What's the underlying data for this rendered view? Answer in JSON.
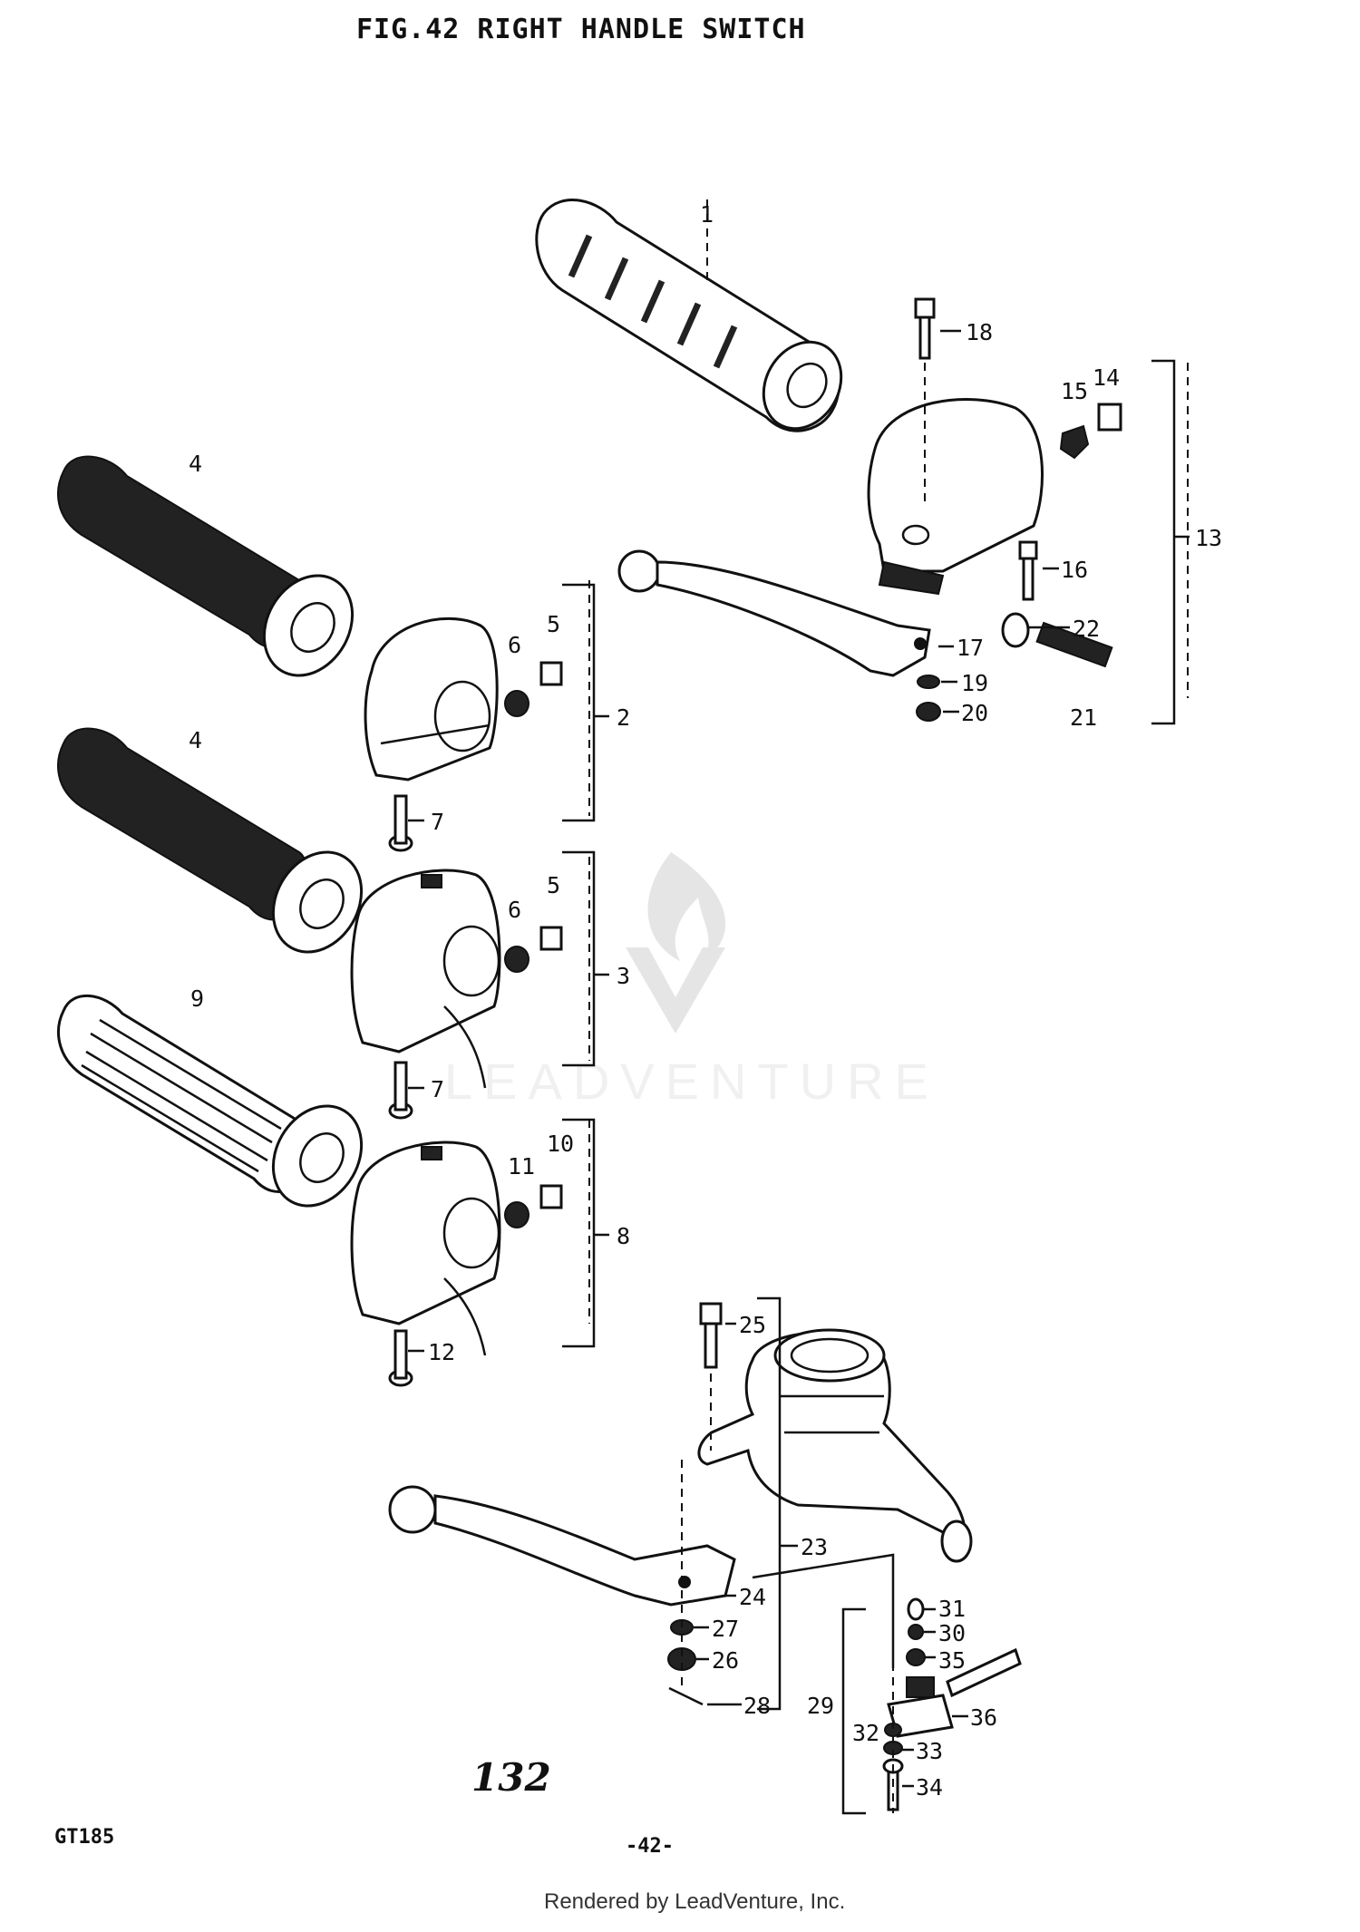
{
  "figure": {
    "title": "FIG.42  RIGHT HANDLE SWITCH",
    "page_number": "132",
    "model_code": "GT185",
    "sheet_number": "-42-",
    "footer_credit": "Rendered by LeadVenture, Inc.",
    "watermark_text": "LEADVENTURE"
  },
  "callouts": [
    {
      "id": "c1",
      "text": "1"
    },
    {
      "id": "c2",
      "text": "2"
    },
    {
      "id": "c3",
      "text": "3"
    },
    {
      "id": "c4a",
      "text": "4"
    },
    {
      "id": "c4b",
      "text": "4"
    },
    {
      "id": "c5a",
      "text": "5"
    },
    {
      "id": "c5b",
      "text": "5"
    },
    {
      "id": "c6a",
      "text": "6"
    },
    {
      "id": "c6b",
      "text": "6"
    },
    {
      "id": "c7a",
      "text": "7"
    },
    {
      "id": "c7b",
      "text": "7"
    },
    {
      "id": "c8",
      "text": "8"
    },
    {
      "id": "c9",
      "text": "9"
    },
    {
      "id": "c10",
      "text": "10"
    },
    {
      "id": "c11",
      "text": "11"
    },
    {
      "id": "c12",
      "text": "12"
    },
    {
      "id": "c13",
      "text": "13"
    },
    {
      "id": "c14",
      "text": "14"
    },
    {
      "id": "c15",
      "text": "15"
    },
    {
      "id": "c16",
      "text": "16"
    },
    {
      "id": "c17",
      "text": "17"
    },
    {
      "id": "c18",
      "text": "18"
    },
    {
      "id": "c19",
      "text": "19"
    },
    {
      "id": "c20",
      "text": "20"
    },
    {
      "id": "c21",
      "text": "21"
    },
    {
      "id": "c22",
      "text": "22"
    },
    {
      "id": "c23",
      "text": "23"
    },
    {
      "id": "c24",
      "text": "24"
    },
    {
      "id": "c25",
      "text": "25"
    },
    {
      "id": "c26",
      "text": "26"
    },
    {
      "id": "c27",
      "text": "27"
    },
    {
      "id": "c28",
      "text": "28"
    },
    {
      "id": "c29",
      "text": "29"
    },
    {
      "id": "c30",
      "text": "30"
    },
    {
      "id": "c31",
      "text": "31"
    },
    {
      "id": "c32",
      "text": "32"
    },
    {
      "id": "c33",
      "text": "33"
    },
    {
      "id": "c34",
      "text": "34"
    },
    {
      "id": "c35",
      "text": "35"
    },
    {
      "id": "c36",
      "text": "36"
    }
  ],
  "colors": {
    "ink": "#111111",
    "paper": "#ffffff",
    "watermark": "#c9c9c9"
  }
}
